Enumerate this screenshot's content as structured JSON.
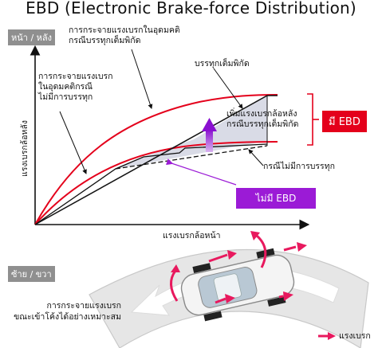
{
  "title": "EBD (Electronic Brake-force Distribution)",
  "section_top": {
    "label": "หน้า / หลัง",
    "y_axis_label": "แรงเบรกล้อหลัง",
    "x_axis_label": "แรงเบรกล้อหน้า",
    "annotations": {
      "ideal_full_load_line1": "การกระจายแรงเบรกในอุดมคติ",
      "ideal_full_load_line2": "กรณีบรรทุกเต็มพิกัด",
      "ideal_no_load_line1": "การกระจายแรงเบรก",
      "ideal_no_load_line2": "ในอุดมคติกรณี",
      "ideal_no_load_line3": "ไม่มีการบรรทุก",
      "full_load": "บรรทุกเต็มพิกัด",
      "increase_rear_line1": "เพิ่มแรงเบรกล้อหลัง",
      "increase_rear_line2": "กรณีบรรทุกเต็มพิกัด",
      "no_load": "กรณีไม่มีการบรรทุก"
    },
    "badge_with_ebd": "มี EBD",
    "badge_without_ebd": "ไม่มี EBD",
    "colors": {
      "ideal_curve": "#e4001b",
      "badge_red": "#e4001b",
      "badge_purple": "#9b1bd6",
      "shading": "#d9dbe6"
    }
  },
  "section_bottom": {
    "label": "ซ้าย / ขวา",
    "caption_line1": "การกระจายแรงเบรก",
    "caption_line2": "ขณะเข้าโค้งได้อย่างเหมาะสม",
    "legend": "แรงเบรก",
    "colors": {
      "brake_arrow": "#e8195e",
      "road": "#e6e6e6",
      "road_edge": "#cfcfcf"
    }
  }
}
